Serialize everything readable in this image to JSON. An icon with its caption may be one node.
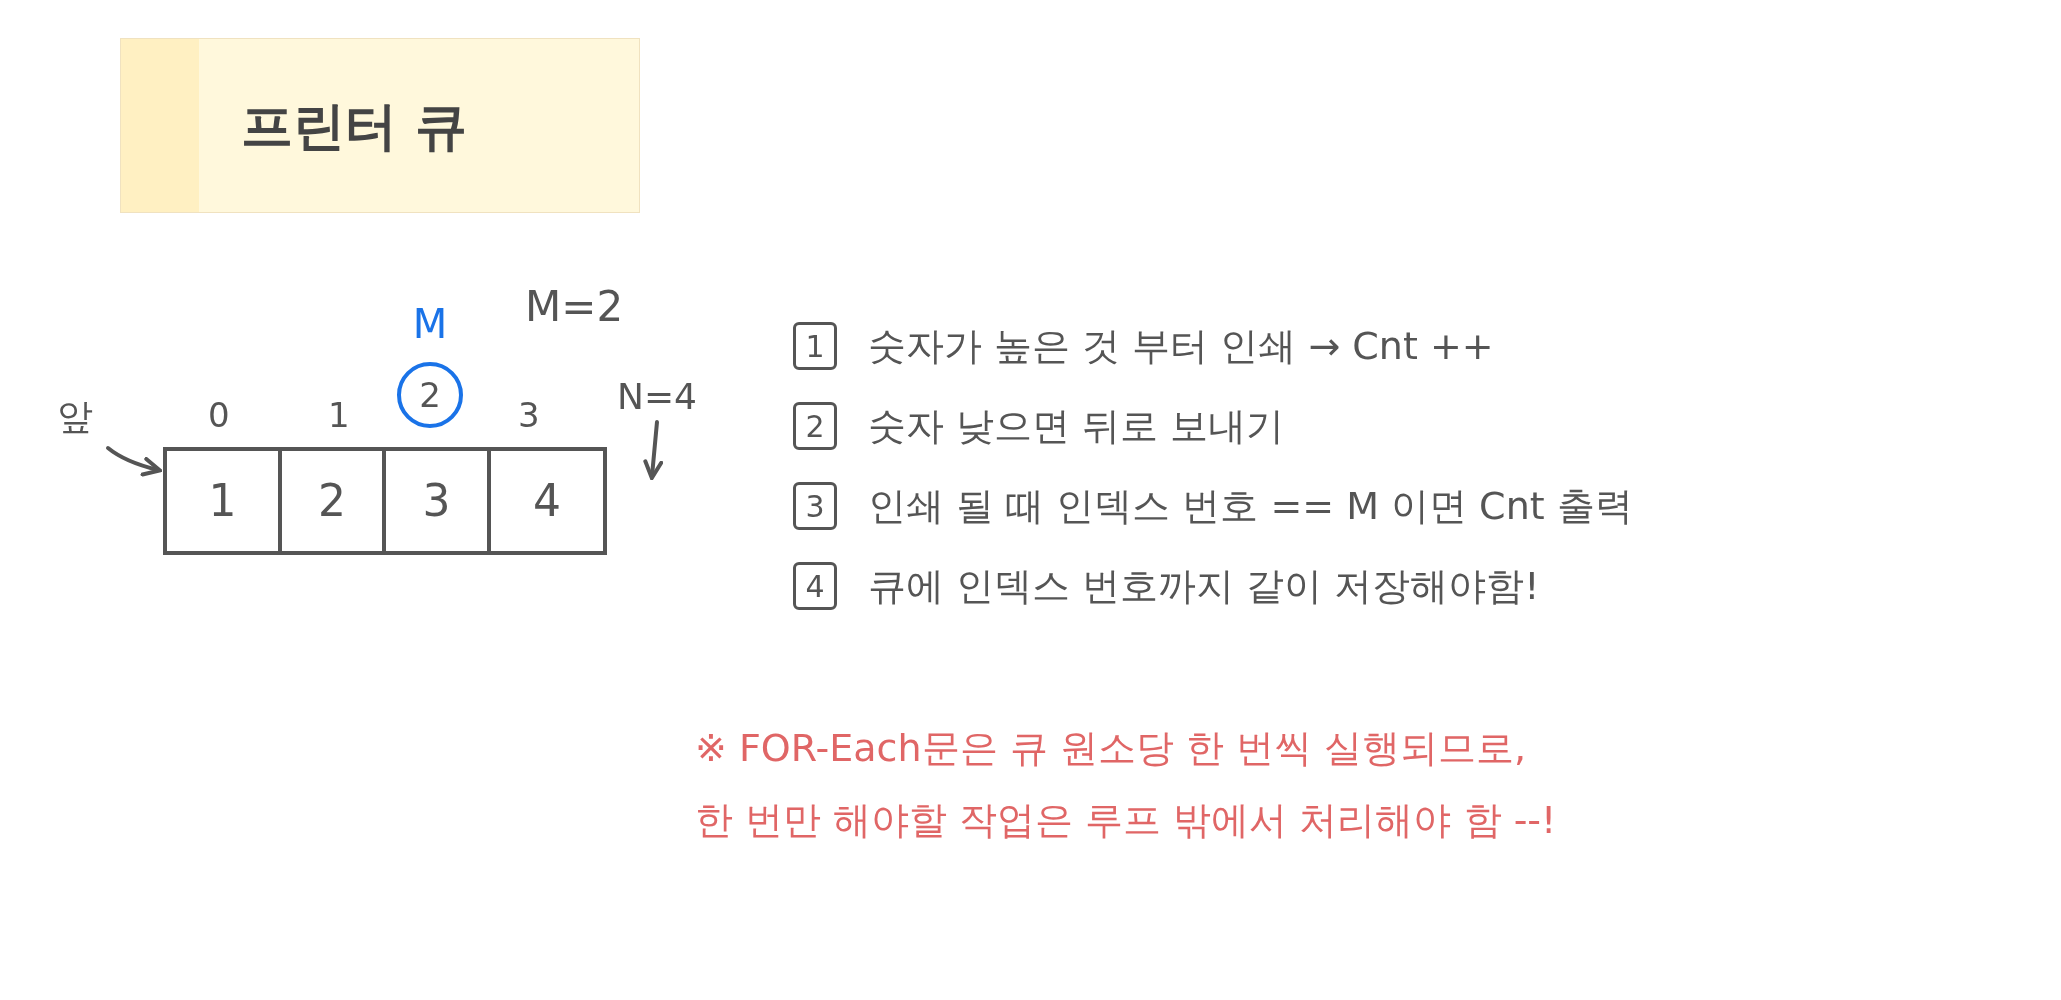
{
  "diagram": {
    "nodes": [
      {
        "text": [
          "프린터 큐"
        ]
      },
      {
        "text": [],
        "shape": "box"
      },
      {
        "text": [
          "1"
        ],
        "in": 1
      },
      {
        "text": [
          "2"
        ],
        "in": 1
      },
      {
        "text": [
          "3"
        ],
        "in": 1
      },
      {
        "text": [
          "4"
        ],
        "in": 1
      },
      {
        "text": [
          "앞"
        ]
      },
      {
        "text": [
          "2"
        ],
        "beside": [
          "M"
        ]
      },
      {
        "text": [
          "N=4"
        ]
      },
      {
        "text": [
          "1"
        ],
        "beside": [
          "숫자가 높은 것 부터 인쇄 → Cnt ++"
        ]
      },
      {
        "text": [
          "2"
        ],
        "beside": [
          "숫자 낮으면 뒤로 보내기"
        ]
      },
      {
        "text": [
          "3"
        ],
        "beside": [
          "인쇄 될 때 인덱스 번호 == M 이면 Cnt 출력"
        ]
      },
      {
        "text": [
          "4"
        ],
        "beside": [
          "큐에 인덱스 번호까지 같이 저장해야함!"
        ]
      }
    ],
    "edges": [
      {
        "from": 6,
        "to": 1,
        "arrow": "to"
      },
      {
        "from": 8,
        "to": null,
        "arrow": "to"
      }
    ],
    "labels": [
      "M=2",
      "0",
      "1",
      "3",
      "※ FOR-Each문은 큐 원소당 한 번씩 실행되므로, 한 번만 해야할 작업은 루프 밖에서 처리해야 함 --!"
    ]
  }
}
